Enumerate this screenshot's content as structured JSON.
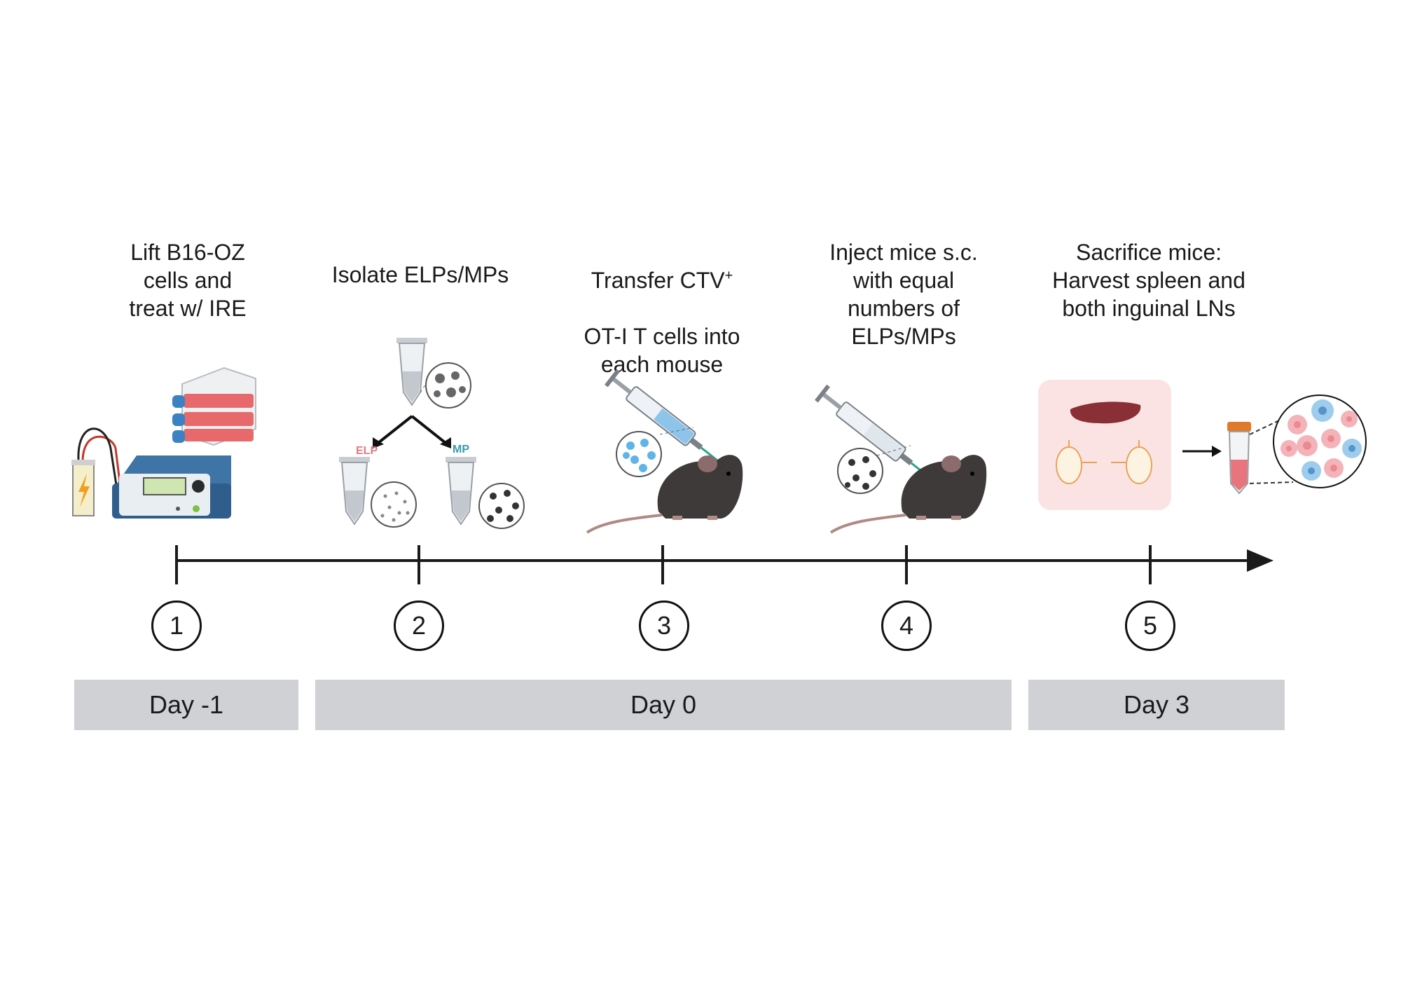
{
  "steps": [
    {
      "number": "1",
      "label": "Lift B16-OZ\ncells and\ntreat w/ IRE"
    },
    {
      "number": "2",
      "label": "Isolate ELPs/MPs"
    },
    {
      "number": "3",
      "label_line1_pre": "Transfer CTV",
      "label_line1_sup": "+",
      "label_rest": "OT-I T cells into\neach mouse"
    },
    {
      "number": "4",
      "label": "Inject mice s.c.\nwith equal\nnumbers of\nELPs/MPs"
    },
    {
      "number": "5",
      "label": "Sacrifice mice:\nHarvest spleen and\nboth inguinal LNs"
    }
  ],
  "days": [
    "Day -1",
    "Day 0",
    "Day 3"
  ],
  "tube_labels": {
    "elp": "ELP",
    "mp": "MP"
  },
  "colors": {
    "timeline": "#1a1a1a",
    "day_box": "#cfd1d4",
    "elp": "#e07a82",
    "mp": "#3a9aa8",
    "mouse": "#3e3a39",
    "flask": "#e8696b",
    "device": "#2f5d8c",
    "spleen": "#8a2f35",
    "organ_panel": "#fbe3e3"
  },
  "icons": [
    "electroporator-icon",
    "flask-stack-icon",
    "tube-icon",
    "syringe-icon",
    "mouse-icon",
    "spleen-icon",
    "lymph-node-icon",
    "falcon-tube-icon",
    "magnifier-circle-icon"
  ]
}
